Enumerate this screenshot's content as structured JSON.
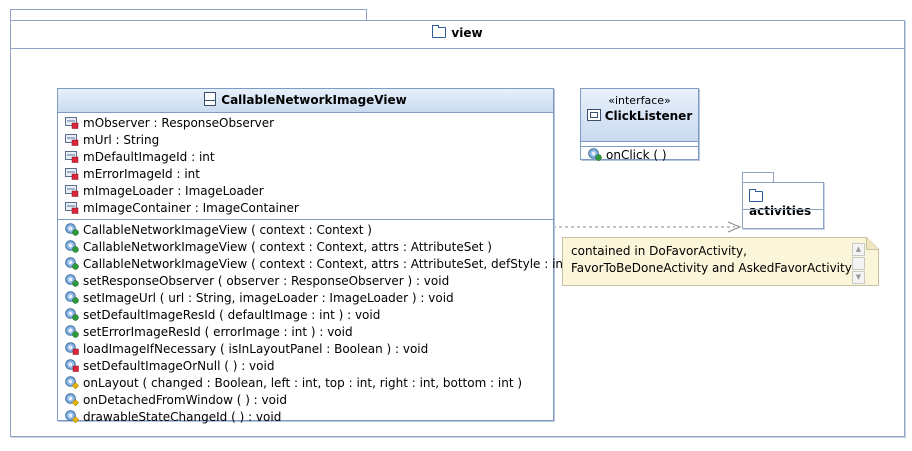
{
  "package": {
    "name": "view"
  },
  "class": {
    "name": "CallableNetworkImageView",
    "attributes": [
      {
        "text": "mObserver : ResponseObserver",
        "visibility": "private"
      },
      {
        "text": "mUrl : String",
        "visibility": "private"
      },
      {
        "text": "mDefaultImageId : int",
        "visibility": "private"
      },
      {
        "text": "mErrorImageId : int",
        "visibility": "private"
      },
      {
        "text": "mImageLoader : ImageLoader",
        "visibility": "private"
      },
      {
        "text": "mImageContainer : ImageContainer",
        "visibility": "private"
      }
    ],
    "operations": [
      {
        "text": "CallableNetworkImageView ( context : Context )",
        "visibility": "public"
      },
      {
        "text": "CallableNetworkImageView ( context : Context, attrs : AttributeSet )",
        "visibility": "public"
      },
      {
        "text": "CallableNetworkImageView ( context : Context, attrs : AttributeSet, defStyle : int )",
        "visibility": "public"
      },
      {
        "text": "setResponseObserver ( observer : ResponseObserver ) : void",
        "visibility": "public"
      },
      {
        "text": "setImageUrl ( url : String, imageLoader : ImageLoader ) : void",
        "visibility": "public"
      },
      {
        "text": "setDefaultImageResId ( defaultImage : int ) : void",
        "visibility": "public"
      },
      {
        "text": "setErrorImageResId ( errorImage : int ) : void",
        "visibility": "public"
      },
      {
        "text": "loadImageIfNecessary ( isInLayoutPanel : Boolean ) : void",
        "visibility": "private"
      },
      {
        "text": "setDefaultImageOrNull ( ) : void",
        "visibility": "private"
      },
      {
        "text": "onLayout ( changed : Boolean, left : int, top : int, right : int, bottom : int )",
        "visibility": "protected"
      },
      {
        "text": "onDetachedFromWindow ( ) : void",
        "visibility": "protected"
      },
      {
        "text": "drawableStateChangeId ( ) : void",
        "visibility": "protected"
      }
    ]
  },
  "interface": {
    "stereotype": "«interface»",
    "name": "ClickListener",
    "operations": [
      {
        "text": "onClick ( )",
        "visibility": "public"
      }
    ]
  },
  "subpackage": {
    "name": "activities"
  },
  "note": {
    "lines": [
      "contained in DoFavorActivity,",
      "FavorToBeDoneActivity and AskedFavorActivity"
    ]
  },
  "icons": {
    "package": "folder-icon",
    "class": "class-icon",
    "interface": "interface-icon",
    "field": "field-icon",
    "public_op": "public-method-icon",
    "private_op": "private-method-icon",
    "protected_op": "protected-method-icon"
  },
  "colors": {
    "border": "#7e9bc3",
    "header_top": "#e8f0fb",
    "header_bottom": "#c9daf0",
    "note_fill": "#fbf5d9",
    "private": "#d9263a",
    "public": "#2c9a3a",
    "protected": "#e3b400"
  }
}
